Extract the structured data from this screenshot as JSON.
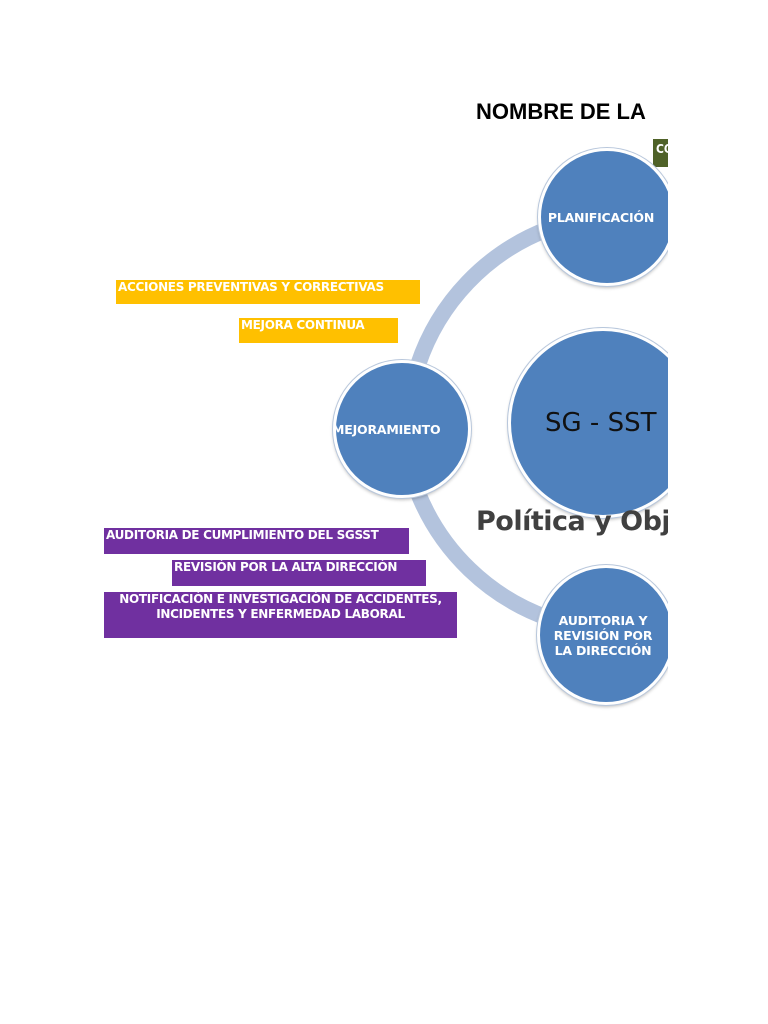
{
  "document": {
    "title": "NOMBRE DE LA",
    "green_tag": "CO",
    "center_circle": "SG - SST",
    "subtitle": "Política y Obj"
  },
  "cycle": {
    "planificacion": "PLANIFICACIÓN",
    "mejoramiento": "MEJORAMIENTO",
    "auditoria": "AUDITORIA Y REVISIÓN POR LA DIRECCIÓN"
  },
  "mejoramiento_items": [
    "ACCIONES PREVENTIVAS Y CORRECTIVAS",
    "MEJORA CONTINUA"
  ],
  "auditoria_items": [
    "AUDITORIA DE CUMPLIMIENTO DEL SGSST",
    "REVISIÓN POR LA ALTA DIRECCIÓN",
    "NOTIFICACIÓN E INVESTIGACIÓN DE ACCIDENTES, INCIDENTES Y ENFERMEDAD LABORAL"
  ],
  "colors": {
    "circle": "#4f81bd",
    "arc": "#b3c3dd",
    "yellow": "#ffc000",
    "purple": "#7030a0",
    "green": "#4f6228"
  }
}
